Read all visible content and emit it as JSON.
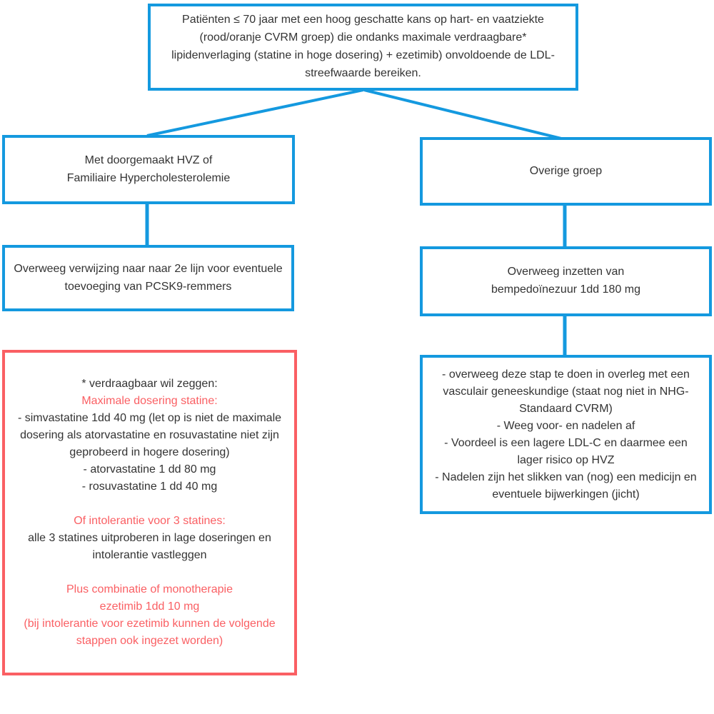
{
  "colors": {
    "accent_blue": "#1499df",
    "accent_red": "#fa5f63",
    "text": "#333333"
  },
  "flowchart": {
    "root_box": {
      "text": "Patiënten ≤ 70 jaar met een hoog geschatte kans op hart- en vaatziekte (rood/oranje CVRM groep) die ondanks maximale verdraagbare* lipidenverlaging (statine in hoge dosering) + ezetimib) onvoldoende de LDL-streefwaarde bereiken."
    },
    "left_branch": {
      "group_box": {
        "text": "Met doorgemaakt HVZ of\nFamiliaire Hypercholesterolemie"
      },
      "action_box": {
        "text": "Overweeg verwijzing naar naar 2e lijn voor eventuele toevoeging van PCSK9-remmers"
      }
    },
    "right_branch": {
      "group_box": {
        "text": "Overige groep"
      },
      "action_box": {
        "text": "Overweeg inzetten van\nbempedoïnezuur 1dd 180 mg"
      },
      "detail_box": {
        "items": [
          "- overweeg deze stap te doen in overleg met een vasculair geneeskundige (staat nog niet in NHG-Standaard CVRM)",
          "- Weeg voor- en nadelen af",
          "- Voordeel is een lagere LDL-C en daarmee een lager risico op HVZ",
          "- Nadelen zijn het slikken van (nog) een medicijn en eventuele bijwerkingen (jicht)"
        ]
      }
    },
    "note_box": {
      "intro": "* verdraagbaar wil zeggen:",
      "section1": {
        "heading": "Maximale dosering statine:",
        "lines": [
          "- simvastatine 1dd 40 mg (let op is niet de maximale dosering als atorvastatine en rosuvastatine niet zijn geprobeerd in hogere dosering)",
          "- atorvastatine 1 dd 80 mg",
          "- rosuvastatine 1 dd 40 mg"
        ]
      },
      "section2": {
        "heading": "Of intolerantie voor 3 statines:",
        "body": "alle 3 statines uitproberen in lage doseringen en intolerantie vastleggen"
      },
      "section3": {
        "lines": [
          "Plus combinatie of monotherapie",
          "ezetimib 1dd 10 mg",
          "(bij intolerantie voor ezetimib kunnen de volgende stappen ook ingezet worden)"
        ]
      }
    }
  }
}
